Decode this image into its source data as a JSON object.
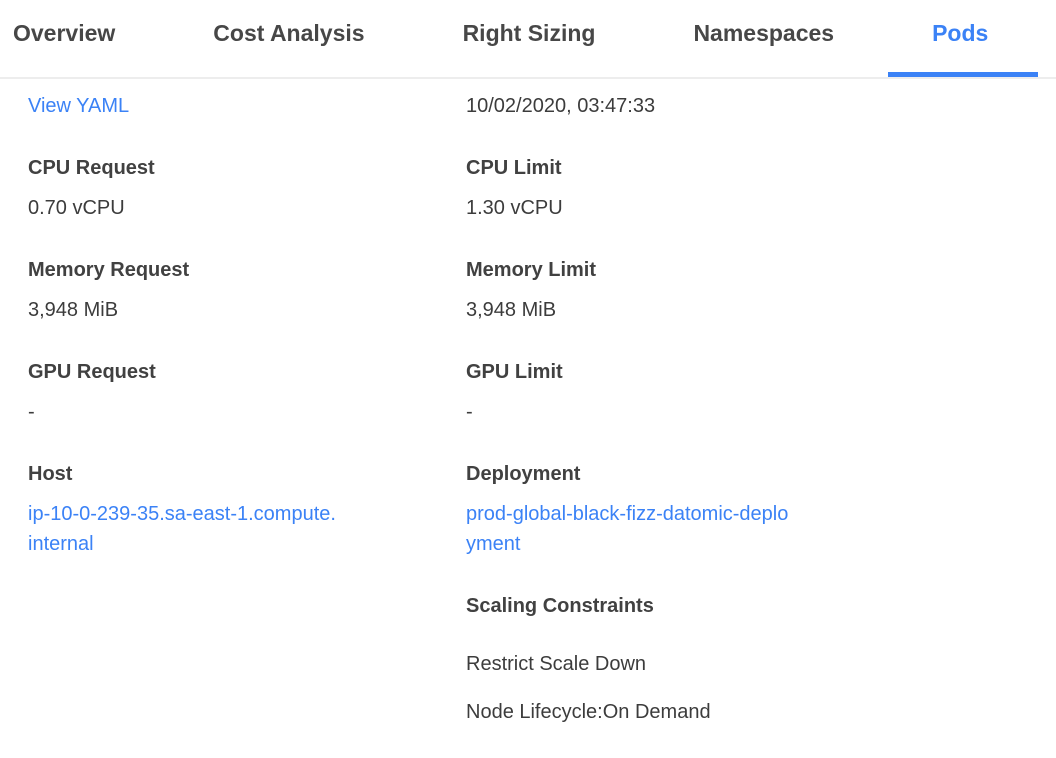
{
  "tabs": [
    {
      "label": "Overview",
      "active": false
    },
    {
      "label": "Cost Analysis",
      "active": false
    },
    {
      "label": "Right Sizing",
      "active": false
    },
    {
      "label": "Namespaces",
      "active": false
    },
    {
      "label": "Pods",
      "active": true
    }
  ],
  "details": {
    "view_yaml": "View YAML",
    "timestamp": "10/02/2020, 03:47:33",
    "left": [
      {
        "label": "CPU Request",
        "value": "0.70 vCPU"
      },
      {
        "label": "Memory Request",
        "value": "3,948 MiB"
      },
      {
        "label": "GPU Request",
        "value": "-"
      },
      {
        "label": "Host",
        "value": "ip-10-0-239-35.sa-east-1.compute.internal"
      }
    ],
    "right": [
      {
        "label": "CPU Limit",
        "value": "1.30 vCPU"
      },
      {
        "label": "Memory Limit",
        "value": "3,948 MiB"
      },
      {
        "label": "GPU Limit",
        "value": "-"
      },
      {
        "label": "Deployment",
        "value": "prod-global-black-fizz-datomic-deployment"
      }
    ],
    "scaling": {
      "title": "Scaling Constraints",
      "items": [
        "Restrict Scale Down",
        "Node Lifecycle:On Demand"
      ]
    }
  },
  "colors": {
    "accent": "#3b82f6",
    "text": "#404040",
    "divider": "#ededed"
  }
}
